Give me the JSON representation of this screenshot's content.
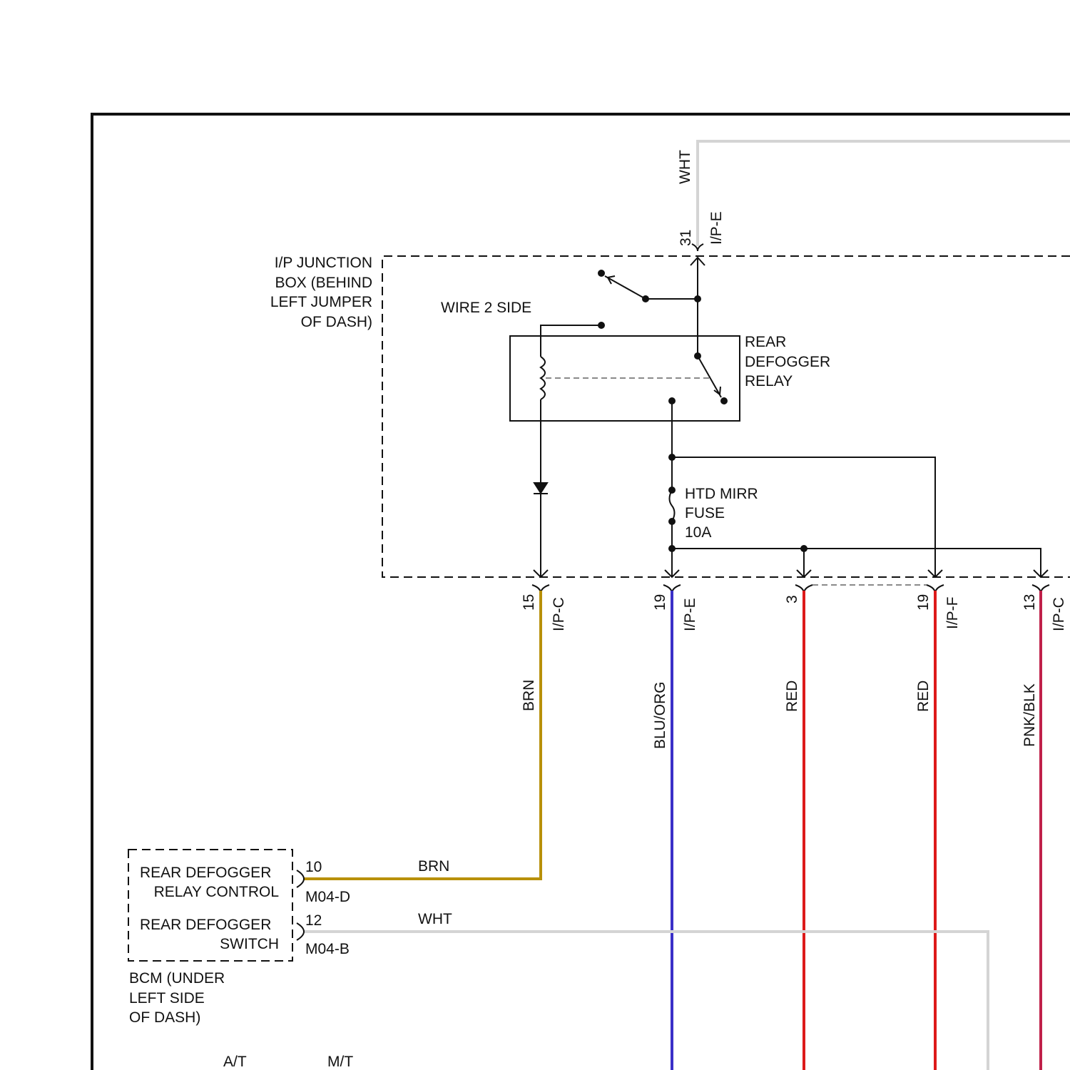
{
  "colors": {
    "wht": "#d4d4d4",
    "brn": "#b8900a",
    "blu_org": "#3a2fc8",
    "red": "#dd1a1a",
    "pnk_blk": "#c0204a",
    "line": "#111111"
  },
  "junction_box": {
    "label_lines": [
      "I/P JUNCTION",
      "BOX (BEHIND",
      "LEFT JUMPER",
      "OF DASH)"
    ],
    "wire_side": "WIRE 2 SIDE"
  },
  "relay": {
    "label_lines": [
      "REAR",
      "DEFOGGER",
      "RELAY"
    ]
  },
  "fuse": {
    "label_lines": [
      "HTD MIRR",
      "FUSE",
      "10A"
    ]
  },
  "top_connector": {
    "wire_color": "WHT",
    "pin": "31",
    "connector": "I/P-E"
  },
  "bottom_connectors": [
    {
      "pin": "15",
      "connector": "I/P-C",
      "wire_color": "BRN"
    },
    {
      "pin": "19",
      "connector": "I/P-E",
      "wire_color": "BLU/ORG"
    },
    {
      "pin": "3",
      "connector": "",
      "wire_color": "RED"
    },
    {
      "pin": "19",
      "connector": "I/P-F",
      "wire_color": "RED"
    },
    {
      "pin": "13",
      "connector": "I/P-C",
      "wire_color": "PNK/BLK"
    }
  ],
  "bcm": {
    "circuits": [
      {
        "name_lines": [
          "REAR DEFOGGER",
          "RELAY CONTROL"
        ],
        "pin": "10",
        "connector": "M04-D",
        "wire_color": "BRN"
      },
      {
        "name_lines": [
          "REAR DEFOGGER",
          "SWITCH"
        ],
        "pin": "12",
        "connector": "M04-B",
        "wire_color": "WHT"
      }
    ],
    "label_lines": [
      "BCM (UNDER",
      "LEFT SIDE",
      "OF DASH)"
    ]
  },
  "transmission_labels": [
    "A/T",
    "M/T"
  ]
}
